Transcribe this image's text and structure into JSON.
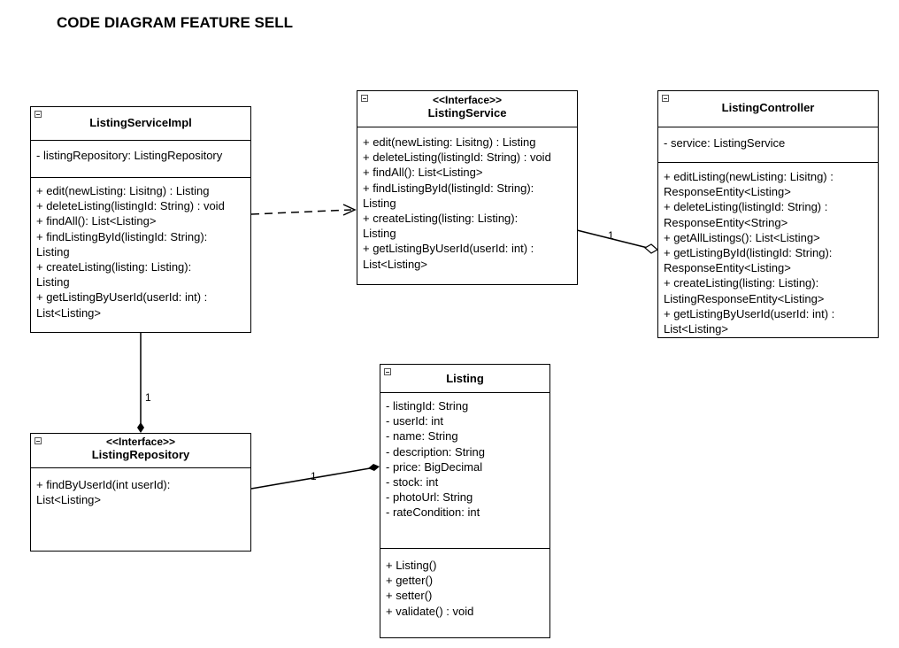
{
  "title": "CODE DIAGRAM FEATURE SELL",
  "classes": {
    "impl": {
      "name": "ListingServiceImpl",
      "attributes": [
        "- listingRepository: ListingRepository"
      ],
      "methods": [
        "+ edit(newListing: Lisitng) : Listing",
        "+ deleteListing(listingId: String) : void",
        "+ findAll(): List<Listing>",
        "+ findListingById(listingId: String):\nListing",
        "+ createListing(listing: Listing):\nListing",
        "+ getListingByUserId(userId: int) :\nList<Listing>"
      ]
    },
    "service": {
      "stereotype": "<<Interface>>",
      "name": "ListingService",
      "methods": [
        "+ edit(newListing: Lisitng) : Listing",
        "+ deleteListing(listingId: String) : void",
        "+ findAll(): List<Listing>",
        "+ findListingById(listingId: String):\nListing",
        "+ createListing(listing: Listing):\nListing",
        "+ getListingByUserId(userId: int) :\nList<Listing>"
      ]
    },
    "controller": {
      "name": "ListingController",
      "attributes": [
        "- service: ListingService"
      ],
      "methods": [
        "+ editListing(newListing: Lisitng) :\nResponseEntity<Listing>",
        "+ deleteListing(listingId: String) :\nResponseEntity<String>",
        "+ getAllListings(): List<Listing>",
        "+ getListingById(listingId: String):\nResponseEntity<Listing>",
        "+ createListing(listing: Listing):\nListingResponseEntity<Listing>",
        "+ getListingByUserId(userId: int) :\nList<Listing>"
      ]
    },
    "repository": {
      "stereotype": "<<Interface>>",
      "name": "ListingRepository",
      "methods": [
        "+ findByUserId(int userId):\nList<Listing>"
      ]
    },
    "listing": {
      "name": "Listing",
      "attributes": [
        "- listingId: String",
        "- userId: int",
        "- name: String",
        "- description: String",
        "- price: BigDecimal",
        "- stock: int",
        "- photoUrl: String",
        "- rateCondition: int"
      ],
      "methods": [
        "+ Listing()",
        "+ getter()",
        "+ setter()",
        "+ validate() : void"
      ]
    }
  },
  "relations": {
    "service_controller": "1",
    "impl_repository": "1",
    "repository_listing": "1"
  }
}
